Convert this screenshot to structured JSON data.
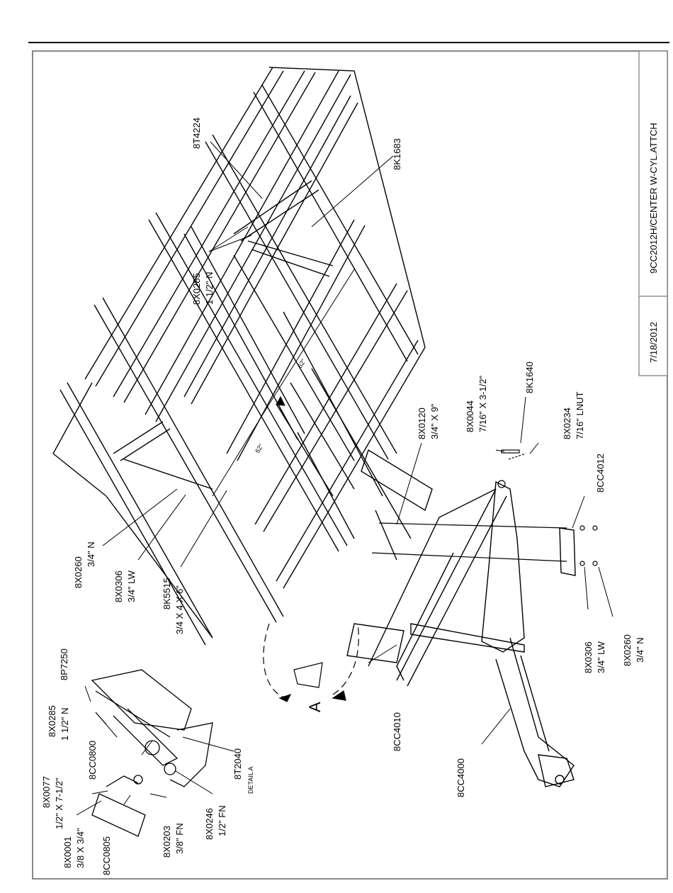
{
  "title_block": {
    "drawing_name": "9CC2012H/CENTER W-CYL.ATTCH",
    "date": "7/18/2012"
  },
  "detail_caption": "DETAIL A",
  "section_marker": "A",
  "dimensions": {
    "upper": "62\"",
    "lower": "62\""
  },
  "callouts": {
    "c8T4224": {
      "part": "8T4224"
    },
    "c8K1683": {
      "part": "8K1683"
    },
    "c8X0285_top": {
      "part": "8X0285",
      "desc": "1 1/2\" N"
    },
    "c8X0044": {
      "part": "8X0044",
      "desc": "7/16\" X 3-1/2\""
    },
    "c8K1640": {
      "part": "8K1640"
    },
    "c8X0234": {
      "part": "8X0234",
      "desc": "7/16\" LNUT"
    },
    "c8CC4012": {
      "part": "8CC4012"
    },
    "c8X0120": {
      "part": "8X0120",
      "desc": "3/4\" X 9\""
    },
    "c8X0260_left": {
      "part": "8X0260",
      "desc": "3/4\" N"
    },
    "c8X0306_left": {
      "part": "8X0306",
      "desc": "3/4\" LW"
    },
    "c8K5515": {
      "part": "8K5515",
      "desc": "3/4 X 4 X 6\""
    },
    "c8P7250": {
      "part": "8P7250"
    },
    "c8X0285_detail": {
      "part": "8X0285",
      "desc": "1 1/2\" N"
    },
    "c8CC0800": {
      "part": "8CC0800"
    },
    "c8X0077": {
      "part": "8X0077",
      "desc": "1/2\" X 7-1/2\""
    },
    "c8X0001": {
      "part": "8X0001",
      "desc": "3/8 X 3/4\""
    },
    "c8CC0805": {
      "part": "8CC0805"
    },
    "c8X0203": {
      "part": "8X0203",
      "desc": "3/8\" FN"
    },
    "c8X0246": {
      "part": "8X0246",
      "desc": "1/2\" FN"
    },
    "c8T2040": {
      "part": "8T2040"
    },
    "c8CC4010": {
      "part": "8CC4010"
    },
    "c8CC4000": {
      "part": "8CC4000"
    },
    "c8X0306_right": {
      "part": "8X0306",
      "desc": "3/4\" LW"
    },
    "c8X0260_right": {
      "part": "8X0260",
      "desc": "3/4\" N"
    }
  }
}
